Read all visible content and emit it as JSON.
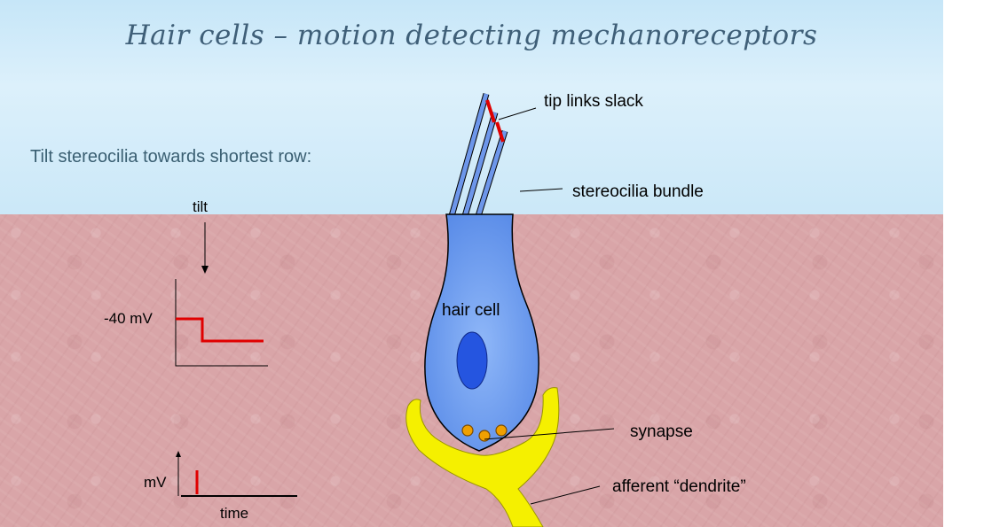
{
  "title": "Hair cells – motion detecting mechanoreceptors",
  "subtitle": "Tilt stereocilia towards shortest row:",
  "labels": {
    "tip_links": "tip links slack",
    "stereocilia": "stereocilia bundle",
    "hair_cell": "hair cell",
    "synapse": "synapse",
    "afferent": "afferent “dendrite”"
  },
  "receptor_plot": {
    "stimulus_label": "tilt",
    "y_tick_label": "-40 mV"
  },
  "spike_plot": {
    "y_label": "mV",
    "x_label": "time"
  },
  "colors": {
    "cell_fill": "#6f9ff0",
    "dendrite": "#f5f000",
    "tip_link": "#e00000",
    "trace": "#e00000",
    "vesicle": "#f0a000"
  }
}
